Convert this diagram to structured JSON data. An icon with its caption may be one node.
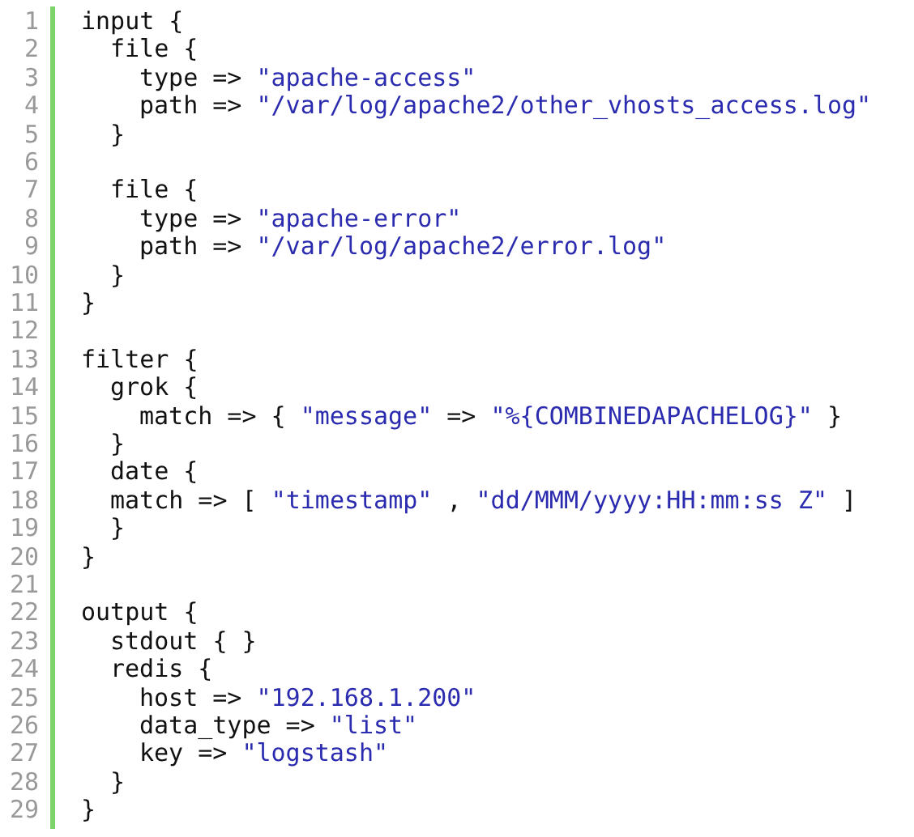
{
  "diagram": {
    "labels": [
      "1",
      "input {",
      "2",
      "file {",
      "3",
      "type => \"apache-access\"",
      "4",
      "path => \"/var/log/apache2/other_vhosts_access.log\"",
      "5",
      "}",
      "6",
      "7",
      "file {",
      "8",
      "type => \"apache-error\"",
      "9",
      "path => \"/var/log/apache2/error.log\"",
      "10",
      "}",
      "11",
      "}",
      "12",
      "13",
      "filter {",
      "14",
      "grok {",
      "15",
      "match => { \"message\" => \"%{COMBINEDAPACHELOG}\" }",
      "16",
      "}",
      "17",
      "date {",
      "18",
      "match => [ \"timestamp\" , \"dd/MMM/yyyy:HH:mm:ss Z\" ]",
      "19",
      "}",
      "20",
      "}",
      "21",
      "22",
      "output {",
      "23",
      "stdout { }",
      "24",
      "redis {",
      "25",
      "host => \"192.168.1.200\"",
      "26",
      "data_type => \"list\"",
      "27",
      "key => \"logstash\"",
      "28",
      "}",
      "29",
      "}"
    ]
  }
}
